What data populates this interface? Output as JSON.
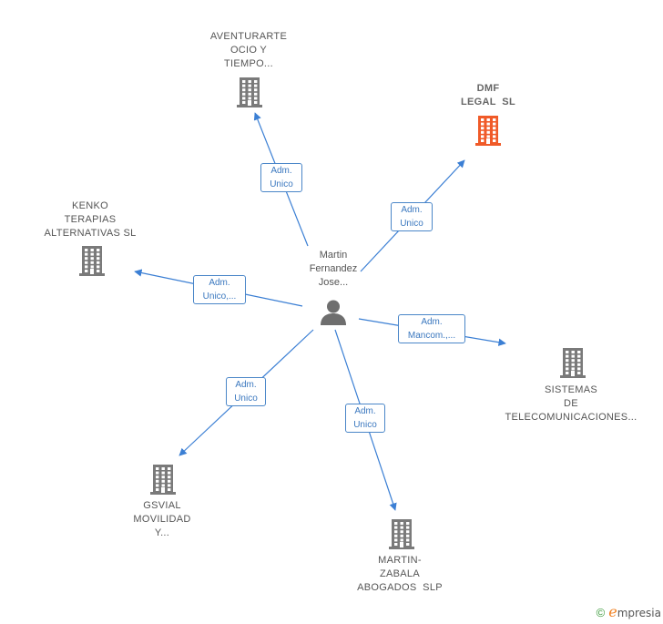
{
  "colors": {
    "edge": "#3b7fd4",
    "company": "#7a7a7a",
    "company_highlight": "#f05a28",
    "person": "#6e6e6e"
  },
  "center": {
    "name_line1": "Martin",
    "name_line2": "Fernandez",
    "name_line3": "Jose..."
  },
  "nodes": [
    {
      "id": "aventurarte",
      "lines": [
        "AVENTURARTE",
        "OCIO Y",
        "TIEMPO..."
      ],
      "highlight": false,
      "edge_label": [
        "Adm.",
        "Unico"
      ]
    },
    {
      "id": "dmf",
      "lines": [
        "DMF",
        "LEGAL  SL"
      ],
      "highlight": true,
      "edge_label": [
        "Adm.",
        "Unico"
      ]
    },
    {
      "id": "kenko",
      "lines": [
        "KENKO",
        "TERAPIAS",
        "ALTERNATIVAS SL"
      ],
      "highlight": false,
      "edge_label": [
        "Adm.",
        "Unico,..."
      ]
    },
    {
      "id": "sistemas",
      "lines": [
        "SISTEMAS",
        "DE",
        "TELECOMUNICACIONES..."
      ],
      "highlight": false,
      "edge_label": [
        "Adm.",
        "Mancom.,..."
      ]
    },
    {
      "id": "gsvial",
      "lines": [
        "GSVIAL",
        "MOVILIDAD",
        "Y..."
      ],
      "highlight": false,
      "edge_label": [
        "Adm.",
        "Unico"
      ]
    },
    {
      "id": "martinzabala",
      "lines": [
        "MARTIN-",
        "ZABALA",
        "ABOGADOS  SLP"
      ],
      "highlight": false,
      "edge_label": [
        "Adm.",
        "Unico"
      ]
    }
  ],
  "footer": {
    "copyright": "©",
    "brand_e": "e",
    "brand_rest": "mpresia"
  }
}
